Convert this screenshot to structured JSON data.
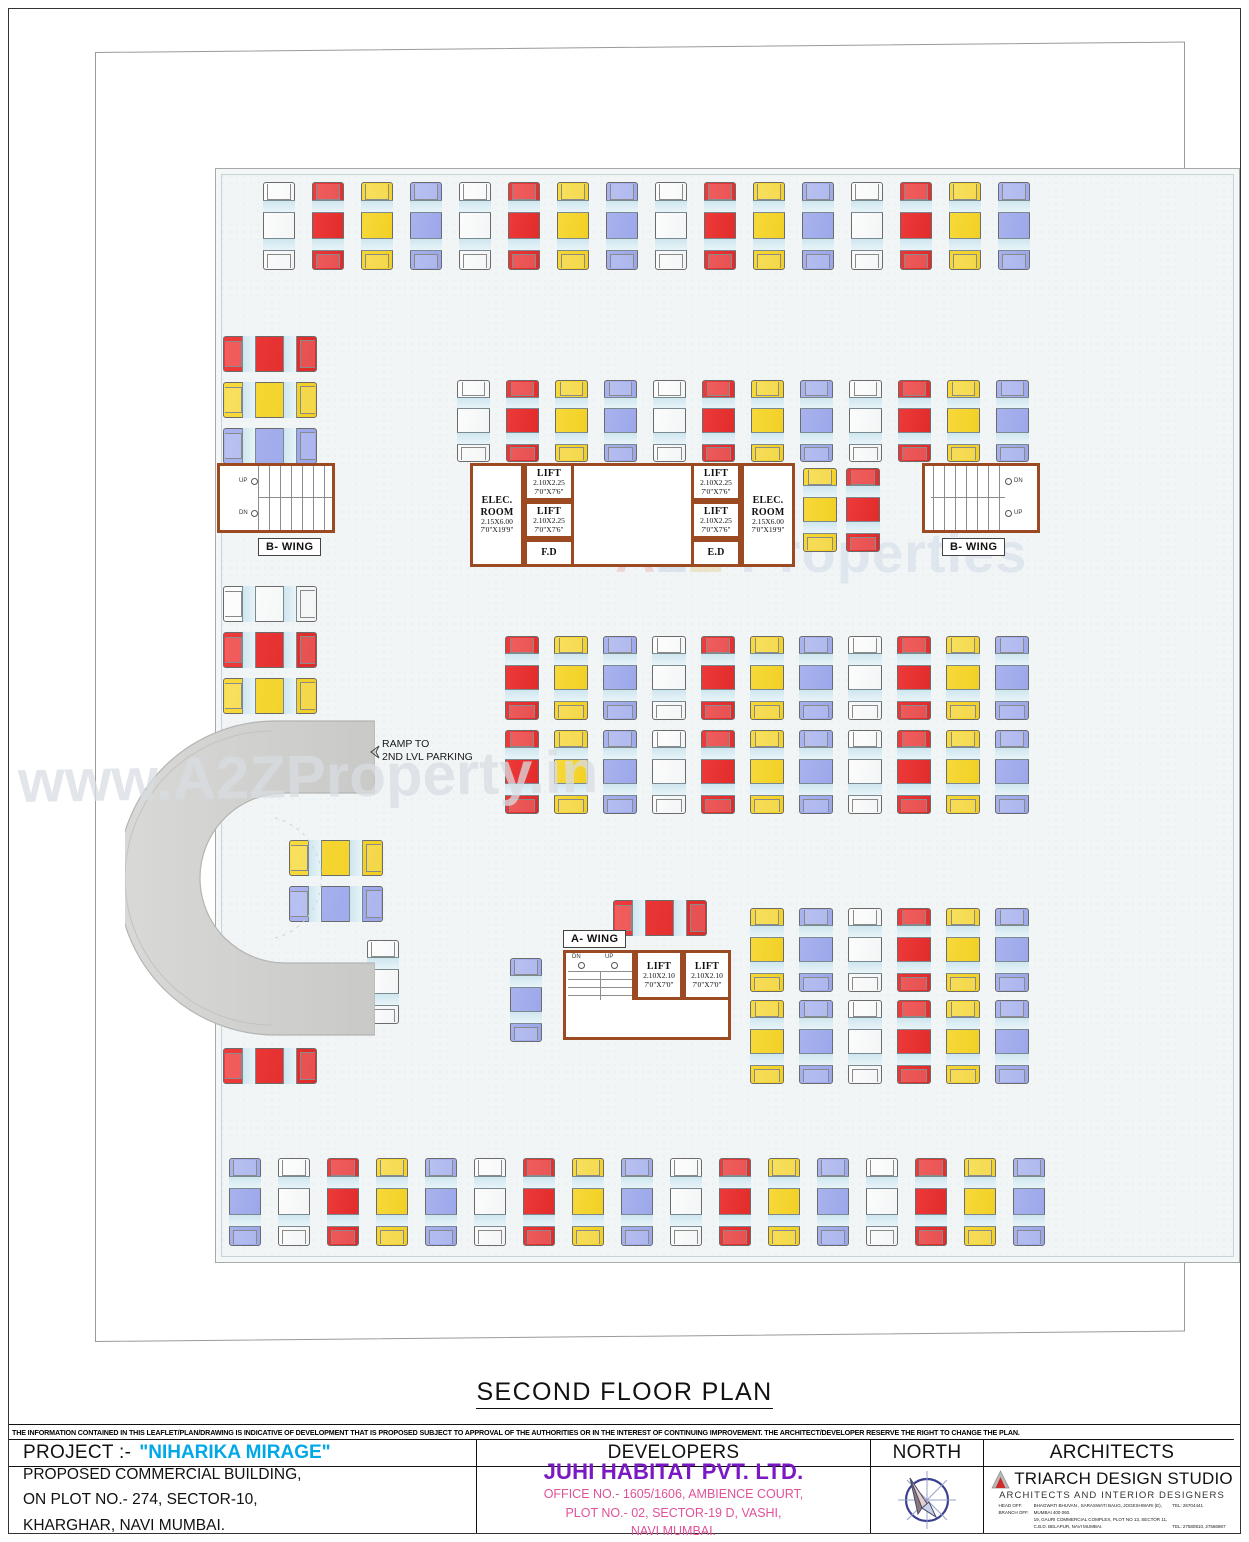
{
  "drawing": {
    "title": "SECOND FLOOR PLAN",
    "watermark_center": "A2Z Properties",
    "watermark_diagonal": "www.A2ZProperty.in"
  },
  "plan": {
    "ramp_label_line1": "RAMP TO",
    "ramp_label_line2": "2ND LVL PARKING",
    "wing_b_left_label": "B- WING",
    "wing_b_right_label": "B- WING",
    "wing_a_label": "A- WING",
    "stair_up": "UP",
    "stair_dn": "DN",
    "core": {
      "elec_room_left": {
        "name_l1": "ELEC.",
        "name_l2": "ROOM",
        "dim_m": "2.15X6.00",
        "dim_ft": "7'0\"X19'9\""
      },
      "elec_room_right": {
        "name_l1": "ELEC.",
        "name_l2": "ROOM",
        "dim_m": "2.15X6.00",
        "dim_ft": "7'0\"X19'9\""
      },
      "lift_left_top": {
        "name": "LIFT",
        "dim_m": "2.10X2.25",
        "dim_ft": "7'0\"X7'6\""
      },
      "lift_left_bottom": {
        "name": "LIFT",
        "dim_m": "2.10X2.25",
        "dim_ft": "7'0\"X7'6\""
      },
      "lift_right_top": {
        "name": "LIFT",
        "dim_m": "2.10X2.25",
        "dim_ft": "7'0\"X7'6\""
      },
      "lift_right_bottom": {
        "name": "LIFT",
        "dim_m": "2.10X2.25",
        "dim_ft": "7'0\"X7'6\""
      },
      "fire_duct_left": "F.D",
      "fire_duct_right": "E.D"
    },
    "wing_a_core": {
      "lift_left": {
        "name": "LIFT",
        "dim_m": "2.10X2.10",
        "dim_ft": "7'0\"X7'0\""
      },
      "lift_right": {
        "name": "LIFT",
        "dim_m": "2.10X2.10",
        "dim_ft": "7'0\"X7'0\""
      },
      "stair_dn": "DN",
      "stair_up": "UP"
    },
    "car_colors": {
      "red": "#ef3b3b",
      "yellow": "#f7da3c",
      "blue": "#aab4ee",
      "white": "#fdfdfd"
    },
    "rows": {
      "top_row": [
        "white",
        "red",
        "yellow",
        "blue",
        "white",
        "red",
        "yellow",
        "blue",
        "white",
        "red",
        "yellow",
        "blue",
        "white",
        "red",
        "yellow",
        "blue"
      ],
      "second_row": [
        "white",
        "red",
        "yellow",
        "blue",
        "white",
        "red",
        "yellow",
        "blue",
        "white",
        "red",
        "yellow",
        "blue"
      ],
      "middle_row_1": [
        "red",
        "yellow",
        "blue",
        "white",
        "red",
        "yellow",
        "blue",
        "white",
        "red",
        "yellow",
        "blue"
      ],
      "middle_row_2": [
        "red",
        "yellow",
        "blue",
        "white",
        "red",
        "yellow",
        "blue",
        "white",
        "red",
        "yellow",
        "blue"
      ],
      "lower_row_1": [
        "yellow",
        "blue",
        "white",
        "red",
        "yellow",
        "blue"
      ],
      "lower_row_2": [
        "yellow",
        "blue",
        "white",
        "red",
        "yellow",
        "blue"
      ],
      "bottom_row": [
        "blue",
        "white",
        "red",
        "yellow",
        "blue",
        "white",
        "red",
        "yellow",
        "blue",
        "white",
        "red",
        "yellow",
        "blue",
        "white",
        "red",
        "yellow",
        "blue"
      ],
      "left_col_upper": [
        "red",
        "yellow",
        "blue"
      ],
      "left_col_lower": [
        "white",
        "red",
        "yellow"
      ],
      "ramp_side": [
        "yellow",
        "blue"
      ],
      "ramp_bottom": [
        "red"
      ],
      "core_right_pair": [
        "yellow",
        "red"
      ],
      "wing_a_top": [
        "red"
      ],
      "wing_a_left": [
        "blue"
      ],
      "ramp_right_single": [
        "white"
      ]
    }
  },
  "titleblock": {
    "disclaimer": "THE INFORMATION CONTAINED IN THIS LEAFLET/PLAN/DRAWING IS INDICATIVE OF DEVELOPMENT THAT IS PROPOSED SUBJECT TO APPROVAL OF THE AUTHORITIES OR IN THE INTEREST OF CONTINUING IMPROVEMENT. THE ARCHITECT/DEVELOPER RESERVE THE RIGHT TO CHANGE THE PLAN.",
    "project_head_label": "PROJECT :-",
    "project_name": "\"NIHARIKA MIRAGE\"",
    "developers_head": "DEVELOPERS",
    "north_head": "NORTH",
    "architects_head": "ARCHITECTS",
    "project_line1": "PROPOSED COMMERCIAL BUILDING,",
    "project_line2": "ON PLOT NO.- 274, SECTOR-10,",
    "project_line3": "KHARGHAR, NAVI MUMBAI.",
    "developer_name": "JUHI HABITAT PVT. LTD.",
    "developer_addr1": "OFFICE NO.- 1605/1606, AMBIENCE COURT,",
    "developer_addr2": "PLOT NO.- 02, SECTOR-19 D, VASHI,",
    "developer_addr3": "NAVI MUMBAI.",
    "architect_name": "TRIARCH DESIGN STUDIO",
    "architect_sub": "ARCHITECTS AND INTERIOR DESIGNERS",
    "architect_head_off_label": "HEAD OFF.",
    "architect_head_off_1": "BHAGWATI BHUVAN , SARASWATI BAUG, JOGESHWARI (E),",
    "architect_head_off_2": "MUMBAI 400 060.",
    "architect_head_off_tel": "TEL: 26704441",
    "architect_branch_off_label": "BRANCH OFF.",
    "architect_branch_off_1": "19, GAURI  COMMERCIAL  COMPLEX, PLOT NO 13, SECTOR 11,",
    "architect_branch_off_2": "C.B.D.  BELAPUR,  NAVI MUMBAI.",
    "architect_branch_off_tel": "TEL: 27580810, 27566987",
    "accent_project": "#00a8e8",
    "accent_developer": "#7a18c4",
    "accent_developer_addr": "#e0519a"
  }
}
